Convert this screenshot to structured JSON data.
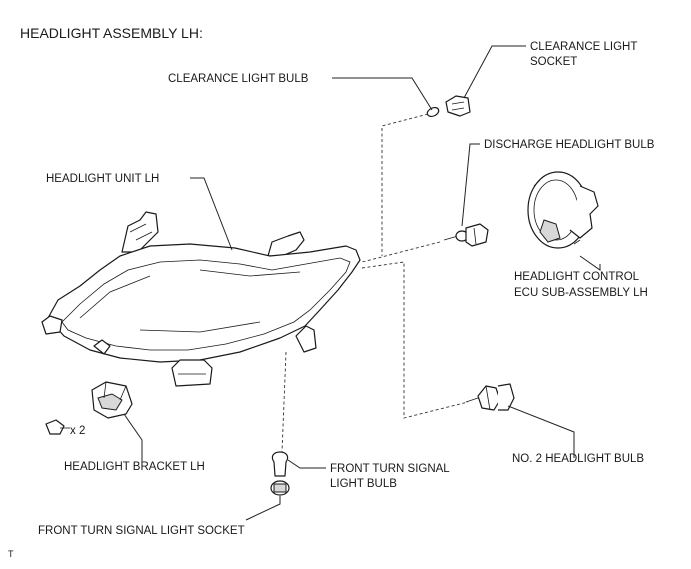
{
  "title": "HEADLIGHT ASSEMBLY LH:",
  "labels": {
    "clearance_light_socket_1": "CLEARANCE LIGHT",
    "clearance_light_socket_2": "SOCKET",
    "clearance_light_bulb": "CLEARANCE LIGHT BULB",
    "discharge_headlight_bulb": "DISCHARGE HEADLIGHT BULB",
    "headlight_unit": "HEADLIGHT UNIT LH",
    "ecu_1": "HEADLIGHT CONTROL",
    "ecu_2": "ECU SUB-ASSEMBLY LH",
    "qty": "x 2",
    "no2_bulb": "NO. 2 HEADLIGHT BULB",
    "bracket": "HEADLIGHT BRACKET LH",
    "turn_bulb_1": "FRONT TURN SIGNAL",
    "turn_bulb_2": "LIGHT BULB",
    "turn_socket": "FRONT TURN SIGNAL LIGHT SOCKET"
  },
  "footer_mark": "T"
}
